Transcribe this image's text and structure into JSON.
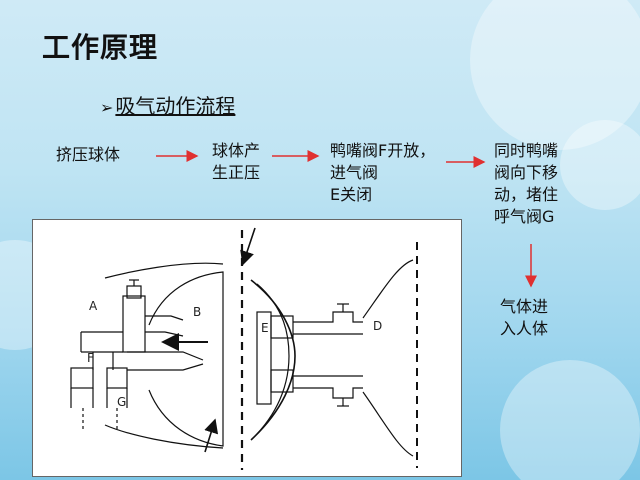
{
  "slide": {
    "title": "工作原理",
    "subtitle": "吸气动作流程",
    "flow_steps": [
      {
        "text": "挤压球体"
      },
      {
        "text": "球体产\n生正压"
      },
      {
        "text": "鸭嘴阀F开放，\n进气阀\nE关闭"
      },
      {
        "text": "同时鸭嘴\n阀向下移\n动，堵住\n呼气阀G"
      },
      {
        "text": "气体进\n入人体"
      }
    ],
    "diagram_labels": {
      "a": "A",
      "b": "B",
      "d": "D",
      "e": "E",
      "f": "F",
      "g": "G"
    },
    "colors": {
      "arrow": "#e03030",
      "title": "#111111"
    }
  }
}
